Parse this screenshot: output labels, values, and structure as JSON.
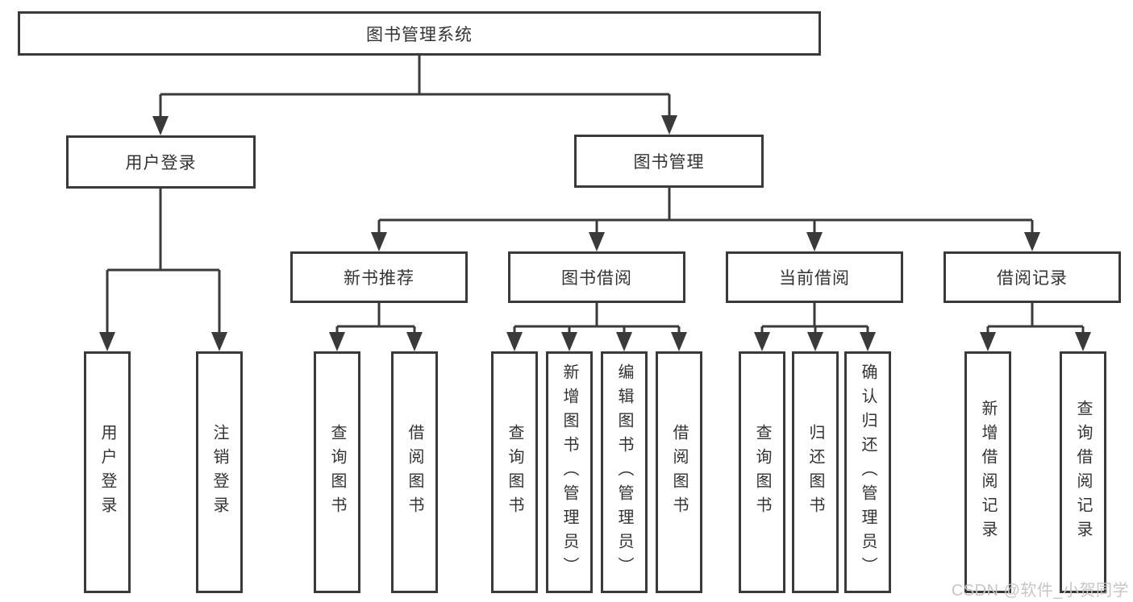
{
  "colors": {
    "line": "#3a3a3a",
    "text": "#333333",
    "watermark": "#c6c6c6",
    "background": "#ffffff"
  },
  "tree": {
    "root": {
      "label": "图书管理系统"
    },
    "children": [
      {
        "label": "用户登录",
        "children": [
          {
            "label": "用户登录"
          },
          {
            "label": "注销登录"
          }
        ]
      },
      {
        "label": "图书管理",
        "children": [
          {
            "label": "新书推荐",
            "children": [
              {
                "label": "查询图书"
              },
              {
                "label": "借阅图书"
              }
            ]
          },
          {
            "label": "图书借阅",
            "children": [
              {
                "label": "查询图书"
              },
              {
                "label": "新增图书（管理员）"
              },
              {
                "label": "编辑图书（管理员）"
              },
              {
                "label": "借阅图书"
              }
            ]
          },
          {
            "label": "当前借阅",
            "children": [
              {
                "label": "查询图书"
              },
              {
                "label": "归还图书"
              },
              {
                "label": "确认归还（管理员）"
              }
            ]
          },
          {
            "label": "借阅记录",
            "children": [
              {
                "label": "新增借阅记录"
              },
              {
                "label": "查询借阅记录"
              }
            ]
          }
        ]
      }
    ]
  },
  "watermark": {
    "text": "CSDN @软件_小贺同学"
  }
}
